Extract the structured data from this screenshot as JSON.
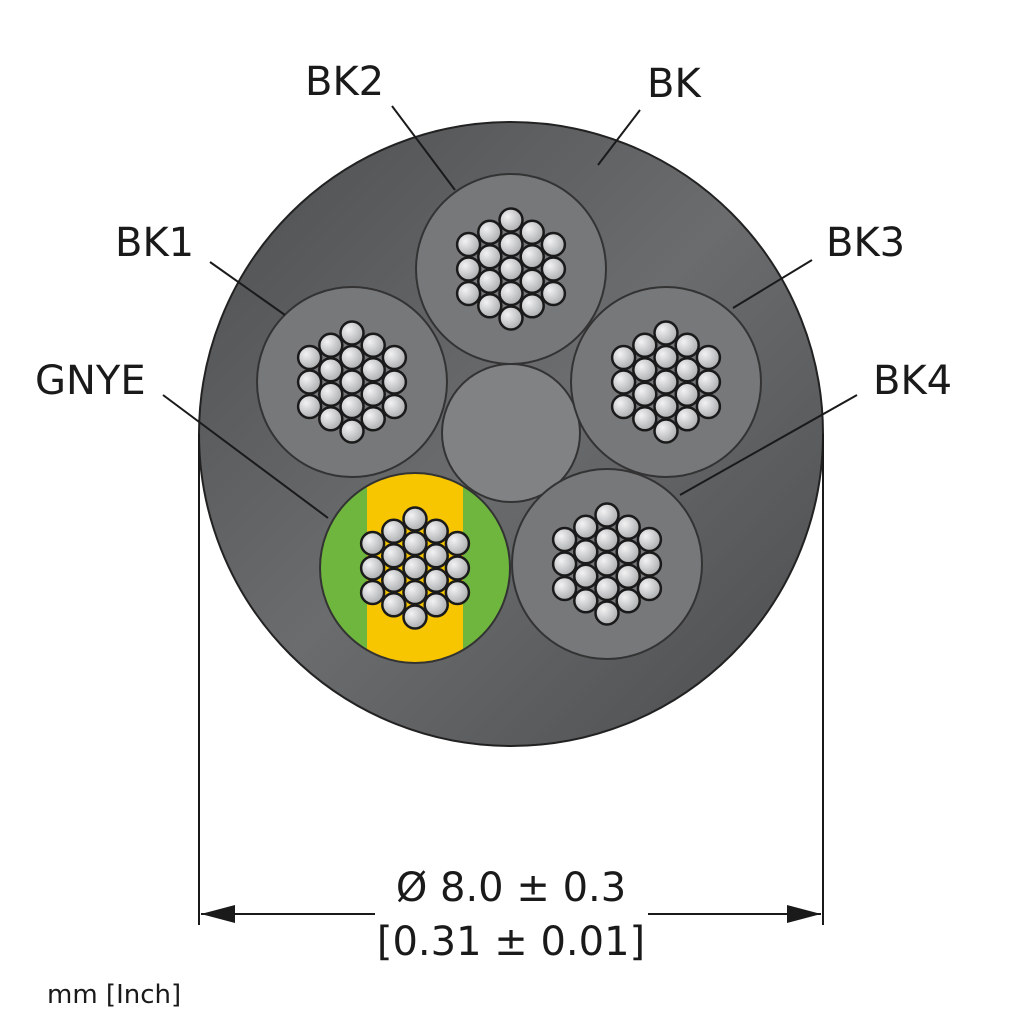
{
  "labels": {
    "bk": "BK",
    "bk1": "BK1",
    "bk2": "BK2",
    "bk3": "BK3",
    "bk4": "BK4",
    "gnye": "GNYE"
  },
  "dimension": {
    "diameter": "Ø 8.0 ± 0.3",
    "diameter_inch": "[0.31 ± 0.01]"
  },
  "units": "mm [Inch]",
  "colors": {
    "jacket": "#5a5c5e",
    "insulation": "#76787a",
    "filler": "#808284",
    "strand": "#c8c9cb",
    "green": "#6fb63e",
    "yellow": "#f7c600"
  }
}
